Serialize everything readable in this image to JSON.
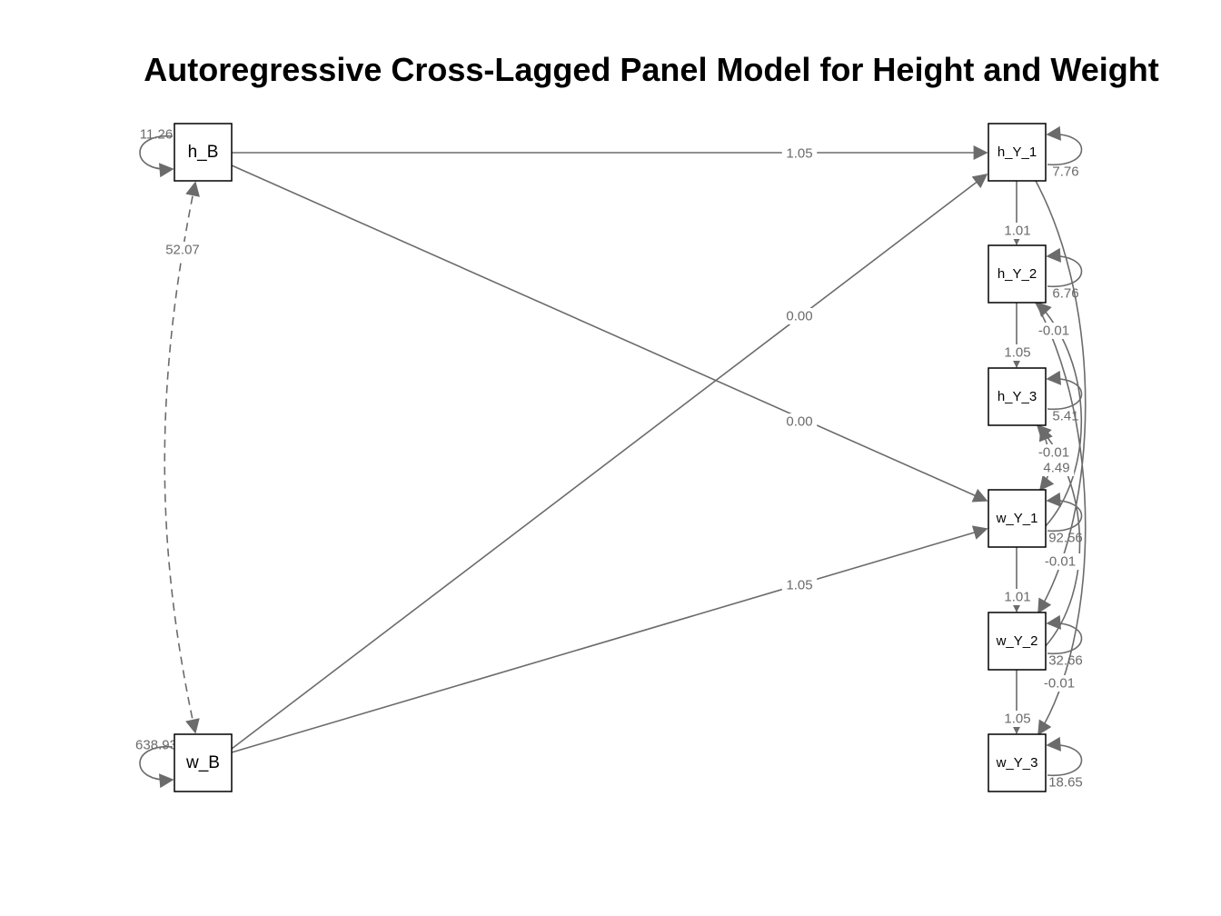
{
  "title": "Autoregressive Cross-Lagged Panel Model for Height and Weight",
  "colors": {
    "edge": "#6b6b6b",
    "node_border": "#000000",
    "text": "#000000"
  },
  "nodes": [
    {
      "id": "h_B",
      "label": "h_B"
    },
    {
      "id": "w_B",
      "label": "w_B"
    },
    {
      "id": "h_Y_1",
      "label": "h_Y_1"
    },
    {
      "id": "h_Y_2",
      "label": "h_Y_2"
    },
    {
      "id": "h_Y_3",
      "label": "h_Y_3"
    },
    {
      "id": "w_Y_1",
      "label": "w_Y_1"
    },
    {
      "id": "w_Y_2",
      "label": "w_Y_2"
    },
    {
      "id": "w_Y_3",
      "label": "w_Y_3"
    }
  ],
  "paths": [
    {
      "from": "h_B",
      "to": "h_Y_1",
      "label": "1.05"
    },
    {
      "from": "h_B",
      "to": "w_Y_1",
      "label": "0.00"
    },
    {
      "from": "w_B",
      "to": "h_Y_1",
      "label": "0.00"
    },
    {
      "from": "w_B",
      "to": "w_Y_1",
      "label": "1.05"
    },
    {
      "from": "h_Y_1",
      "to": "h_Y_2",
      "label": "1.01"
    },
    {
      "from": "h_Y_2",
      "to": "h_Y_3",
      "label": "1.05"
    },
    {
      "from": "w_Y_1",
      "to": "w_Y_2",
      "label": "1.01"
    },
    {
      "from": "w_Y_2",
      "to": "w_Y_3",
      "label": "1.05"
    },
    {
      "from": "h_Y_1",
      "to": "w_Y_2",
      "label": "-0.01"
    },
    {
      "from": "h_Y_2",
      "to": "w_Y_3",
      "label": "-0.01"
    },
    {
      "from": "w_Y_1",
      "to": "h_Y_2",
      "label": "-0.01"
    },
    {
      "from": "w_Y_2",
      "to": "h_Y_3",
      "label": "-0.01"
    }
  ],
  "covariances": [
    {
      "from": "h_B",
      "to": "w_B",
      "label": "52.07"
    },
    {
      "from": "h_Y_1",
      "to": "w_Y_1",
      "label": "4.49"
    }
  ],
  "variances": [
    {
      "node": "h_B",
      "label": "11.26"
    },
    {
      "node": "w_B",
      "label": "638.93"
    },
    {
      "node": "h_Y_1",
      "label": "7.76"
    },
    {
      "node": "h_Y_2",
      "label": "6.76"
    },
    {
      "node": "h_Y_3",
      "label": "5.41"
    },
    {
      "node": "w_Y_1",
      "label": "92.56"
    },
    {
      "node": "w_Y_2",
      "label": "32.66"
    },
    {
      "node": "w_Y_3",
      "label": "18.65"
    }
  ]
}
